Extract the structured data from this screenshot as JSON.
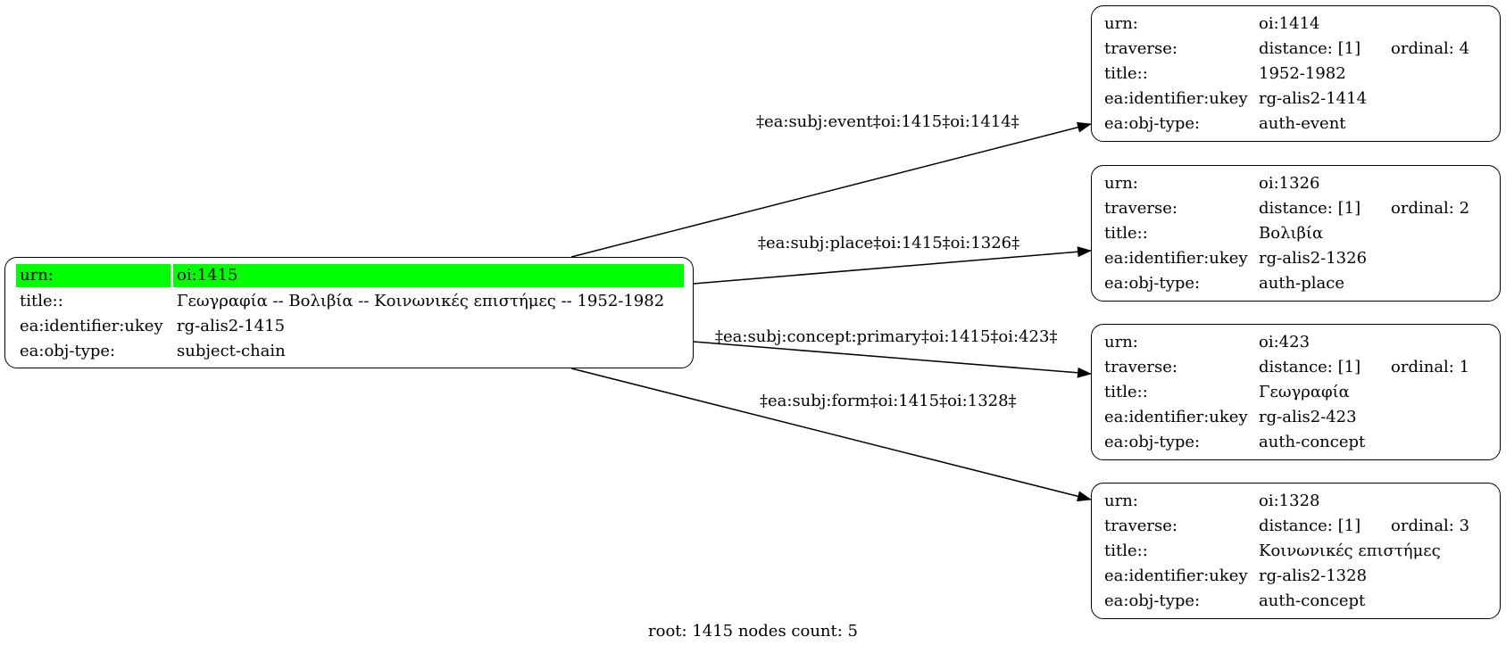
{
  "root": {
    "rows": [
      {
        "key": "urn:",
        "value": "oi:1415"
      },
      {
        "key": "title::",
        "value": "Γεωγραφία -- Βολιβία -- Κοινωνικές επιστήμες -- 1952-1982"
      },
      {
        "key": "ea:identifier:ukey",
        "value": "rg-alis2-1415"
      },
      {
        "key": "ea:obj-type:",
        "value": "subject-chain"
      }
    ],
    "highlight_color": "#00ff00"
  },
  "children": [
    {
      "urn": "oi:1414",
      "distance": "distance: [1]",
      "ordinal": "ordinal: 4",
      "title": "1952-1982",
      "ukey": "rg-alis2-1414",
      "obj_type": "auth-event",
      "edge_label": "‡ea:subj:event‡oi:1415‡oi:1414‡"
    },
    {
      "urn": "oi:1326",
      "distance": "distance: [1]",
      "ordinal": "ordinal: 2",
      "title": "Βολιβία",
      "ukey": "rg-alis2-1326",
      "obj_type": "auth-place",
      "edge_label": "‡ea:subj:place‡oi:1415‡oi:1326‡"
    },
    {
      "urn": "oi:423",
      "distance": "distance: [1]",
      "ordinal": "ordinal: 1",
      "title": "Γεωγραφία",
      "ukey": "rg-alis2-423",
      "obj_type": "auth-concept",
      "edge_label": "‡ea:subj:concept:primary‡oi:1415‡oi:423‡"
    },
    {
      "urn": "oi:1328",
      "distance": "distance: [1]",
      "ordinal": "ordinal: 3",
      "title": "Κοινωνικές επιστήμες",
      "ukey": "rg-alis2-1328",
      "obj_type": "auth-concept",
      "edge_label": "‡ea:subj:form‡oi:1415‡oi:1328‡"
    }
  ],
  "labels": {
    "urn": "urn:",
    "traverse": "traverse:",
    "title": "title::",
    "ukey": "ea:identifier:ukey",
    "obj_type": "ea:obj-type:"
  },
  "footer": "root: 1415 nodes count: 5"
}
